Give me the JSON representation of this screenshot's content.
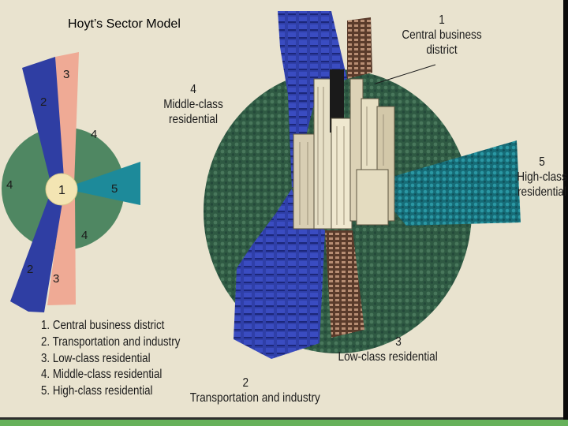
{
  "title": "Hoyt’s Sector Model",
  "colors": {
    "background": "#e9e3cf",
    "transportation": "#2f3ea3",
    "low_class": "#efaa95",
    "middle_class": "#4f8762",
    "high_class": "#1d8a9a",
    "cbd": "#f3e5b3"
  },
  "schematic": {
    "sector_numbers": [
      "1",
      "2",
      "2",
      "3",
      "3",
      "4",
      "4",
      "4",
      "5"
    ]
  },
  "legend": [
    "1. Central business district",
    "2. Transportation and industry",
    "3. Low-class residential",
    "4. Middle-class residential",
    "5. High-class residential"
  ],
  "callouts": {
    "cbd": {
      "number": "1",
      "line1": "Central business",
      "line2": "district"
    },
    "middle": {
      "number": "4",
      "line1": "Middle-class",
      "line2": "residential"
    },
    "high": {
      "number": "5",
      "line1": "High-class",
      "line2": "residential"
    },
    "low": {
      "number": "3",
      "line1": "Low-class residential"
    },
    "transport": {
      "number": "2",
      "line1": "Transportation and industry"
    }
  },
  "illustration": {
    "description_icon": "city-illustration"
  }
}
